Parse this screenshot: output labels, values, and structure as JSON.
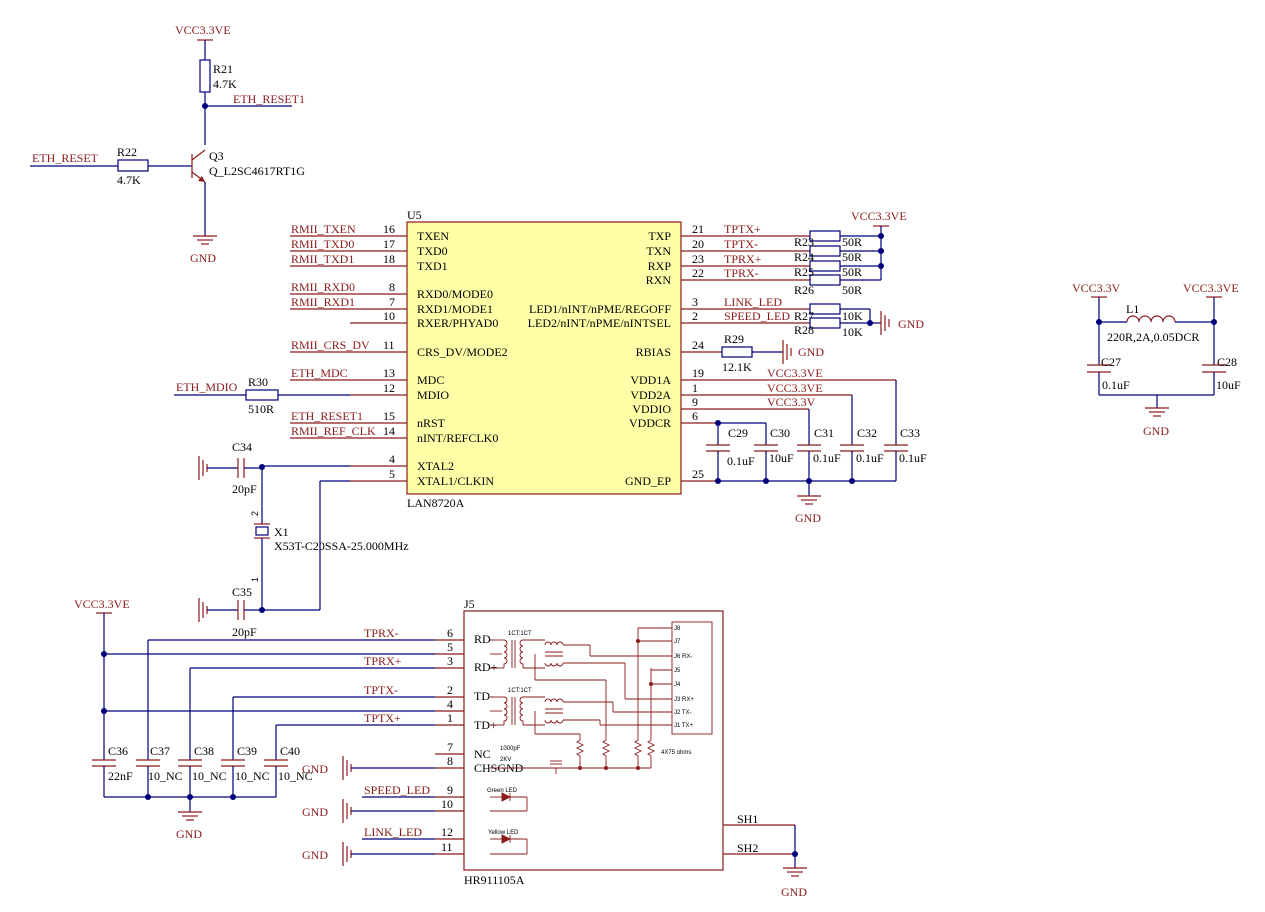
{
  "power": {
    "vcc33ve": "VCC3.3VE",
    "vcc33v": "VCC3.3V",
    "gnd": "GND"
  },
  "reset": {
    "r21": {
      "ref": "R21",
      "value": "4.7K"
    },
    "r22": {
      "ref": "R22",
      "value": "4.7K"
    },
    "q3": {
      "ref": "Q3",
      "part": "Q_L2SC4617RT1G"
    },
    "net_in": "ETH_RESET",
    "net_out": "ETH_RESET1"
  },
  "u5": {
    "ref": "U5",
    "part": "LAN8720A",
    "left_pins": [
      {
        "net": "RMII_TXEN",
        "num": "16",
        "name": "TXEN"
      },
      {
        "net": "RMII_TXD0",
        "num": "17",
        "name": "TXD0"
      },
      {
        "net": "RMII_TXD1",
        "num": "18",
        "name": "TXD1"
      },
      {
        "net": "RMII_RXD0",
        "num": "8",
        "name": "RXD0/MODE0"
      },
      {
        "net": "RMII_RXD1",
        "num": "7",
        "name": "RXD1/MODE1"
      },
      {
        "net": "",
        "num": "10",
        "name": "RXER/PHYAD0"
      },
      {
        "net": "RMII_CRS_DV",
        "num": "11",
        "name": "CRS_DV/MODE2"
      },
      {
        "net": "ETH_MDC",
        "num": "13",
        "name": "MDC"
      },
      {
        "net": "",
        "num": "12",
        "name": "MDIO"
      },
      {
        "net": "ETH_RESET1",
        "num": "15",
        "name": "nRST"
      },
      {
        "net": "RMII_REF_CLK",
        "num": "14",
        "name": "nINT/REFCLK0"
      },
      {
        "net": "",
        "num": "4",
        "name": "XTAL2"
      },
      {
        "net": "",
        "num": "5",
        "name": "XTAL1/CLKIN"
      }
    ],
    "right_pins": [
      {
        "net": "TPTX+",
        "num": "21",
        "name": "TXP"
      },
      {
        "net": "TPTX-",
        "num": "20",
        "name": "TXN"
      },
      {
        "net": "TPRX+",
        "num": "23",
        "name": "RXP"
      },
      {
        "net": "TPRX-",
        "num": "22",
        "name": "RXN"
      },
      {
        "net": "LINK_LED",
        "num": "3",
        "name": "LED1/nINT/nPME/REGOFF"
      },
      {
        "net": "SPEED_LED",
        "num": "2",
        "name": "LED2/nINT/nPME/nINTSEL"
      },
      {
        "net": "",
        "num": "24",
        "name": "RBIAS"
      },
      {
        "net": "VCC3.3VE",
        "num": "19",
        "name": "VDD1A"
      },
      {
        "net": "VCC3.3VE",
        "num": "1",
        "name": "VDD2A"
      },
      {
        "net": "VCC3.3V",
        "num": "9",
        "name": "VDDIO"
      },
      {
        "net": "",
        "num": "6",
        "name": "VDDCR"
      },
      {
        "net": "",
        "num": "25",
        "name": "GND_EP"
      }
    ]
  },
  "mdio": {
    "net": "ETH_MDIO",
    "ref": "R30",
    "value": "510R"
  },
  "term_resistors": [
    {
      "ref": "R23",
      "value": "50R"
    },
    {
      "ref": "R24",
      "value": "50R"
    },
    {
      "ref": "R25",
      "value": "50R"
    },
    {
      "ref": "R26",
      "value": "50R"
    }
  ],
  "led_resistors": [
    {
      "ref": "R27",
      "value": "10K"
    },
    {
      "ref": "R28",
      "value": "10K"
    }
  ],
  "rbias": {
    "ref": "R29",
    "value": "12.1K"
  },
  "decoupling": [
    {
      "ref": "C29",
      "value": "0.1uF"
    },
    {
      "ref": "C30",
      "value": "10uF"
    },
    {
      "ref": "C31",
      "value": "0.1uF"
    },
    {
      "ref": "C32",
      "value": "0.1uF"
    },
    {
      "ref": "C33",
      "value": "0.1uF"
    }
  ],
  "crystal": {
    "c34": {
      "ref": "C34",
      "value": "20pF"
    },
    "c35": {
      "ref": "C35",
      "value": "20pF"
    },
    "x1": {
      "ref": "X1",
      "part": "X53T-C20SSA-25.000MHz",
      "pin1": "1",
      "pin2": "2"
    }
  },
  "filter": {
    "l1": {
      "ref": "L1",
      "value": "220R,2A,0.05DCR"
    },
    "c27": {
      "ref": "C27",
      "value": "0.1uF"
    },
    "c28": {
      "ref": "C28",
      "value": "10uF"
    }
  },
  "j5": {
    "ref": "J5",
    "part": "HR911105A",
    "left_pins": [
      {
        "net": "TPRX-",
        "num": "6",
        "name": "RD-"
      },
      {
        "net": "",
        "num": "5",
        "name": ""
      },
      {
        "net": "TPRX+",
        "num": "3",
        "name": "RD+"
      },
      {
        "net": "TPTX-",
        "num": "2",
        "name": "TD-"
      },
      {
        "net": "",
        "num": "4",
        "name": ""
      },
      {
        "net": "TPTX+",
        "num": "1",
        "name": "TD+"
      },
      {
        "net": "",
        "num": "7",
        "name": "NC"
      },
      {
        "net": "",
        "num": "8",
        "name": "CHSGND"
      },
      {
        "net": "SPEED_LED",
        "num": "9",
        "name": ""
      },
      {
        "net": "",
        "num": "10",
        "name": ""
      },
      {
        "net": "LINK_LED",
        "num": "12",
        "name": ""
      },
      {
        "net": "",
        "num": "11",
        "name": ""
      }
    ],
    "inner": {
      "ratio_rx": "1CT:1CT",
      "ratio_tx": "1CT:1CT",
      "hv_cap": "1000pF",
      "hv_rating": "2KV",
      "res_net": "4X75 ohms",
      "green_led": "Green LED",
      "yellow_led": "Yellow LED",
      "jack_pins": [
        "J8",
        "J7",
        "J6 RX-",
        "J5",
        "J4",
        "J3 RX+",
        "J2 TX-",
        "J1 TX+"
      ]
    },
    "shield_pins": [
      "SH1",
      "SH2"
    ]
  },
  "bypass": [
    {
      "ref": "C36",
      "value": "22nF"
    },
    {
      "ref": "C37",
      "value": "10_NC"
    },
    {
      "ref": "C38",
      "value": "10_NC"
    },
    {
      "ref": "C39",
      "value": "10_NC"
    },
    {
      "ref": "C40",
      "value": "10_NC"
    }
  ]
}
